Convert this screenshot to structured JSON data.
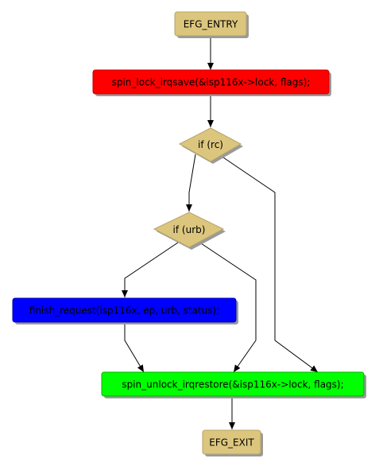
{
  "nodes": {
    "entry": {
      "label": "EFG_ENTRY",
      "fill": "#dcc67e"
    },
    "lock": {
      "label": "spin_lock_irqsave(&isp116x->lock, flags);",
      "fill": "#ff0000"
    },
    "if_rc": {
      "label": "if (rc)",
      "fill": "#dcc67e"
    },
    "if_urb": {
      "label": "if (urb)",
      "fill": "#dcc67e"
    },
    "finish": {
      "label": "finish_request(isp116x, ep, urb, status);",
      "fill": "#0000ff"
    },
    "unlock": {
      "label": "spin_unlock_irqrestore(&isp116x->lock, flags);",
      "fill": "#00ff00"
    },
    "exit": {
      "label": "EFG_EXIT",
      "fill": "#dcc67e"
    }
  },
  "colors": {
    "shadow": "#9a9a9a",
    "edge": "#000000",
    "node_border": "#b4a468"
  }
}
